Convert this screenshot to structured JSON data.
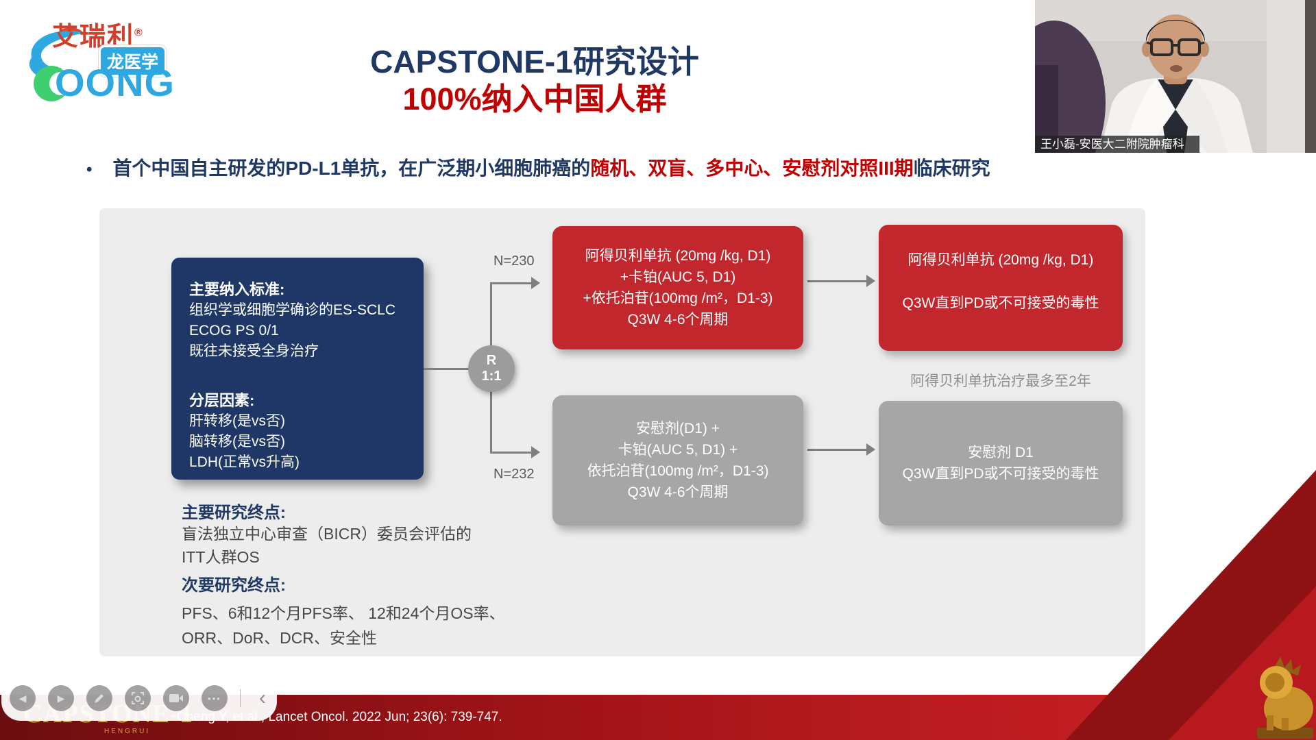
{
  "brand": {
    "name_cn": "艾瑞利",
    "reg": "®",
    "badge": "龙医学",
    "wordmark_rest": "OONG"
  },
  "header": {
    "title_line1": "CAPSTONE-1研究设计",
    "title_line2": "100%纳入中国人群"
  },
  "bullet": {
    "marker": "•",
    "seg1": "首个中国自主研发的PD-L1单抗，在广泛期小细胞肺癌的",
    "seg2_red": "随机、双盲、多中心、安慰剂对照III期",
    "seg3": "临床研究"
  },
  "video": {
    "caption": "王小磊-安医大二附院肿瘤科"
  },
  "diagram": {
    "inclusion": {
      "heading1": "主要纳入标准:",
      "line1": "组织学或细胞学确诊的ES-SCLC",
      "line2": "ECOG PS 0/1",
      "line3": "既往未接受全身治疗",
      "heading2": "分层因素:",
      "line4": "肝转移(是vs否)",
      "line5": "脑转移(是vs否)",
      "line6": "LDH(正常vs升高)"
    },
    "randomization": {
      "letter": "R",
      "ratio": "1:1"
    },
    "n_top": "N=230",
    "n_bottom": "N=232",
    "arm1": {
      "line1": "阿得贝利单抗 (20mg /kg, D1)",
      "line2": "+卡铂(AUC 5, D1)",
      "line3": "+依托泊苷(100mg /m²，D1-3)",
      "line4": "Q3W 4-6个周期"
    },
    "arm1_maintenance": {
      "line1": "阿得贝利单抗 (20mg /kg, D1)",
      "line2": "Q3W直到PD或不可接受的毒性"
    },
    "maintenance_note": "阿得贝利单抗治疗最多至2年",
    "arm2": {
      "line1": "安慰剂(D1) +",
      "line2": "卡铂(AUC 5, D1) +",
      "line3": "依托泊苷(100mg /m²，D1-3)",
      "line4": "Q3W 4-6个周期"
    },
    "arm2_maintenance": {
      "line1": "安慰剂 D1",
      "line2": "Q3W直到PD或不可接受的毒性"
    },
    "endpoints": {
      "heading1": "主要研究终点:",
      "line1": "盲法独立中心审查（BICR）委员会评估的",
      "line2": "ITT人群OS",
      "heading2": "次要研究终点:",
      "line3": "PFS、6和12个月PFS率、 12和24个月OS率、",
      "line4": "ORR、DoR、DCR、安全性"
    }
  },
  "footer": {
    "logo": "CAPSTONE-1",
    "logo_sub": "HENGRUI",
    "citation": "Cheng Y, et al., Lancet Oncol. 2022 Jun; 23(6): 739-747."
  },
  "toolbar": {
    "buttons": [
      "previous",
      "play",
      "pen",
      "screenshot",
      "camera",
      "more",
      "collapse"
    ]
  },
  "colors": {
    "navy": "#1F3864",
    "red_text": "#C00000",
    "arm_red": "#C1272D",
    "arm_gray": "#A6A6A6",
    "inclusion_navy": "#1F3766",
    "panel_bg": "#EDEDED",
    "footer_red": "#9E1418"
  }
}
